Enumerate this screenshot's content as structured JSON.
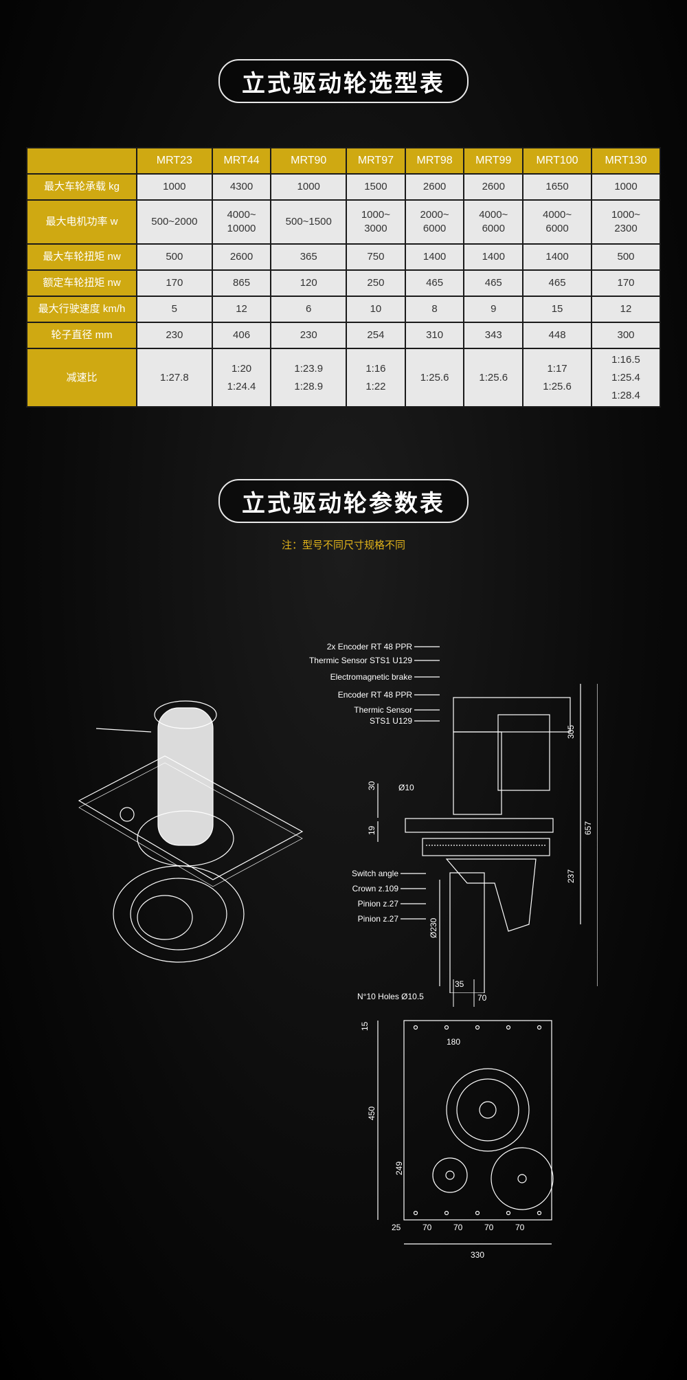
{
  "selection_title": "立式驱动轮选型表",
  "params_title": "立式驱动轮参数表",
  "note": "注：型号不同尺寸规格不同",
  "table": {
    "headers": [
      "",
      "MRT23",
      "MRT44",
      "MRT90",
      "MRT97",
      "MRT98",
      "MRT99",
      "MRT100",
      "MRT130"
    ],
    "rows": [
      {
        "label": "最大车轮承载 kg",
        "cells": [
          "1000",
          "4300",
          "1000",
          "1500",
          "2600",
          "2600",
          "1650",
          "1000"
        ]
      },
      {
        "label": "最大电机功率 w",
        "cells": [
          "500~2000",
          "4000~\n10000",
          "500~1500",
          "1000~\n3000",
          "2000~\n6000",
          "4000~\n6000",
          "4000~\n6000",
          "1000~\n2300"
        ]
      },
      {
        "label": "最大车轮扭矩 nw",
        "cells": [
          "500",
          "2600",
          "365",
          "750",
          "1400",
          "1400",
          "1400",
          "500"
        ]
      },
      {
        "label": "额定车轮扭矩 nw",
        "cells": [
          "170",
          "865",
          "120",
          "250",
          "465",
          "465",
          "465",
          "170"
        ]
      },
      {
        "label": "最大行驶速度 km/h",
        "cells": [
          "5",
          "12",
          "6",
          "10",
          "8",
          "9",
          "15",
          "12"
        ]
      },
      {
        "label": "轮子直径 mm",
        "cells": [
          "230",
          "406",
          "230",
          "254",
          "310",
          "343",
          "448",
          "300"
        ]
      },
      {
        "label": "减速比",
        "cells": [
          "1:27.8",
          "1:20\n1:24.4",
          "1:23.9\n1:28.9",
          "1:16\n1:22",
          "1:25.6",
          "1:25.6",
          "1:17\n1:25.6",
          "1:16.5\n1:25.4\n1:28.4"
        ]
      }
    ]
  },
  "diagram": {
    "labels": [
      "2x Encoder RT 48 PPR",
      "Thermic Sensor STS1 U129",
      "Electromagnetic brake",
      "Encoder RT 48 PPR",
      "Thermic Sensor",
      "STS1 U129",
      "Switch angle",
      "Crown z.109",
      "Pinion z.27",
      "Pinion z.27"
    ],
    "dims": [
      "305",
      "657",
      "237",
      "30",
      "19",
      "Ø10",
      "Ø230",
      "35",
      "70"
    ],
    "plan_label": "N°10 Holes Ø10.5",
    "plan_dims": [
      "15",
      "180",
      "450",
      "249",
      "25",
      "70",
      "70",
      "70",
      "70",
      "330"
    ]
  }
}
